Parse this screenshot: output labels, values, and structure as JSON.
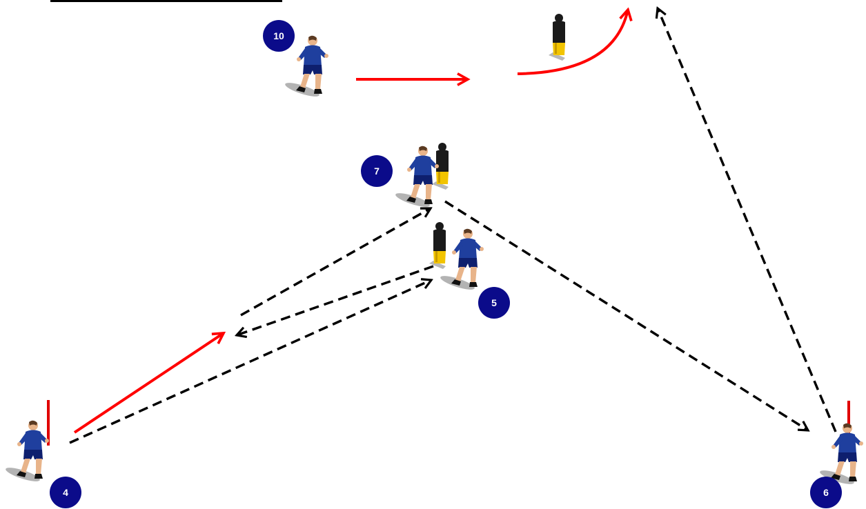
{
  "colors": {
    "background": "#ffffff",
    "badge_fill": "#0b0b8a",
    "badge_text": "#ffffff",
    "run_arrow": "#ff0000",
    "pass_arrow": "#000000",
    "jersey": "#1f3f9e",
    "shorts": "#0e1f6e",
    "skin": "#e8b48a",
    "dummy_body": "#1a1a1a",
    "dummy_base": "#f2c400",
    "marker_pole": "#e00000",
    "shadow": "#9a9a9a",
    "top_bar": "#000000"
  },
  "icons": {
    "player": "rugby-player-icon",
    "tackle_dummy": "tackle-dummy-icon",
    "marker": "corner-marker-icon"
  },
  "players": [
    {
      "id": "player-4",
      "number": "4"
    },
    {
      "id": "player-5",
      "number": "5"
    },
    {
      "id": "player-6",
      "number": "6"
    },
    {
      "id": "player-7",
      "number": "7"
    },
    {
      "id": "player-10",
      "number": "10"
    }
  ],
  "legend": {
    "run_line": "red-solid-arrow",
    "pass_line": "black-dashed-arrow"
  }
}
